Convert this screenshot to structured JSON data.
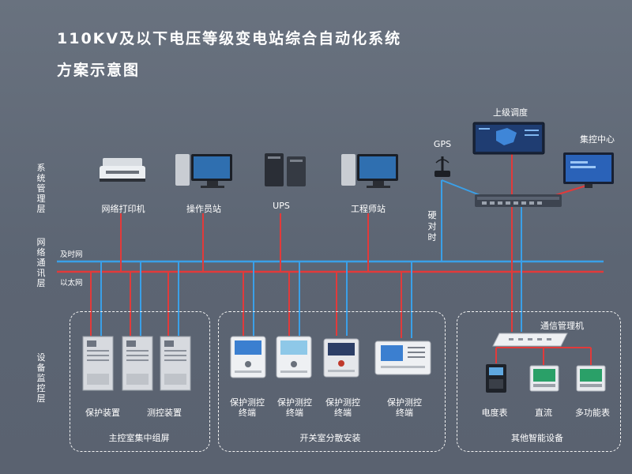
{
  "title": {
    "line1": "110KV及以下电压等级变电站综合自动化系统",
    "line2": "方案示意图"
  },
  "layers": {
    "system_management": "系统管理层",
    "network_comm": "网络通讯层",
    "device_monitor": "设备监控层"
  },
  "network": {
    "timing_bus": "及时网",
    "ethernet_bus": "以太网",
    "hard_timing": "硬对时"
  },
  "top_devices": {
    "printer": "网络打印机",
    "operator": "操作员站",
    "ups": "UPS",
    "engineer": "工程师站",
    "gps": "GPS",
    "dispatch": "上级调度",
    "control_center": "集控中心"
  },
  "groups": {
    "main_control": {
      "caption": "主控室集中组屏",
      "items": [
        "保护装置",
        "测控装置"
      ]
    },
    "switchgear": {
      "caption": "开关室分散安装",
      "items": [
        "保护测控终端",
        "保护测控终端",
        "保护测控终端",
        "保护测控终端"
      ]
    },
    "smart": {
      "caption": "其他智能设备",
      "manager": "通信管理机",
      "items": [
        "电度表",
        "直流",
        "多功能表"
      ]
    }
  },
  "colors": {
    "background": "#5f6876",
    "red_line": "#e23a3a",
    "blue_line": "#3aa0e8"
  }
}
